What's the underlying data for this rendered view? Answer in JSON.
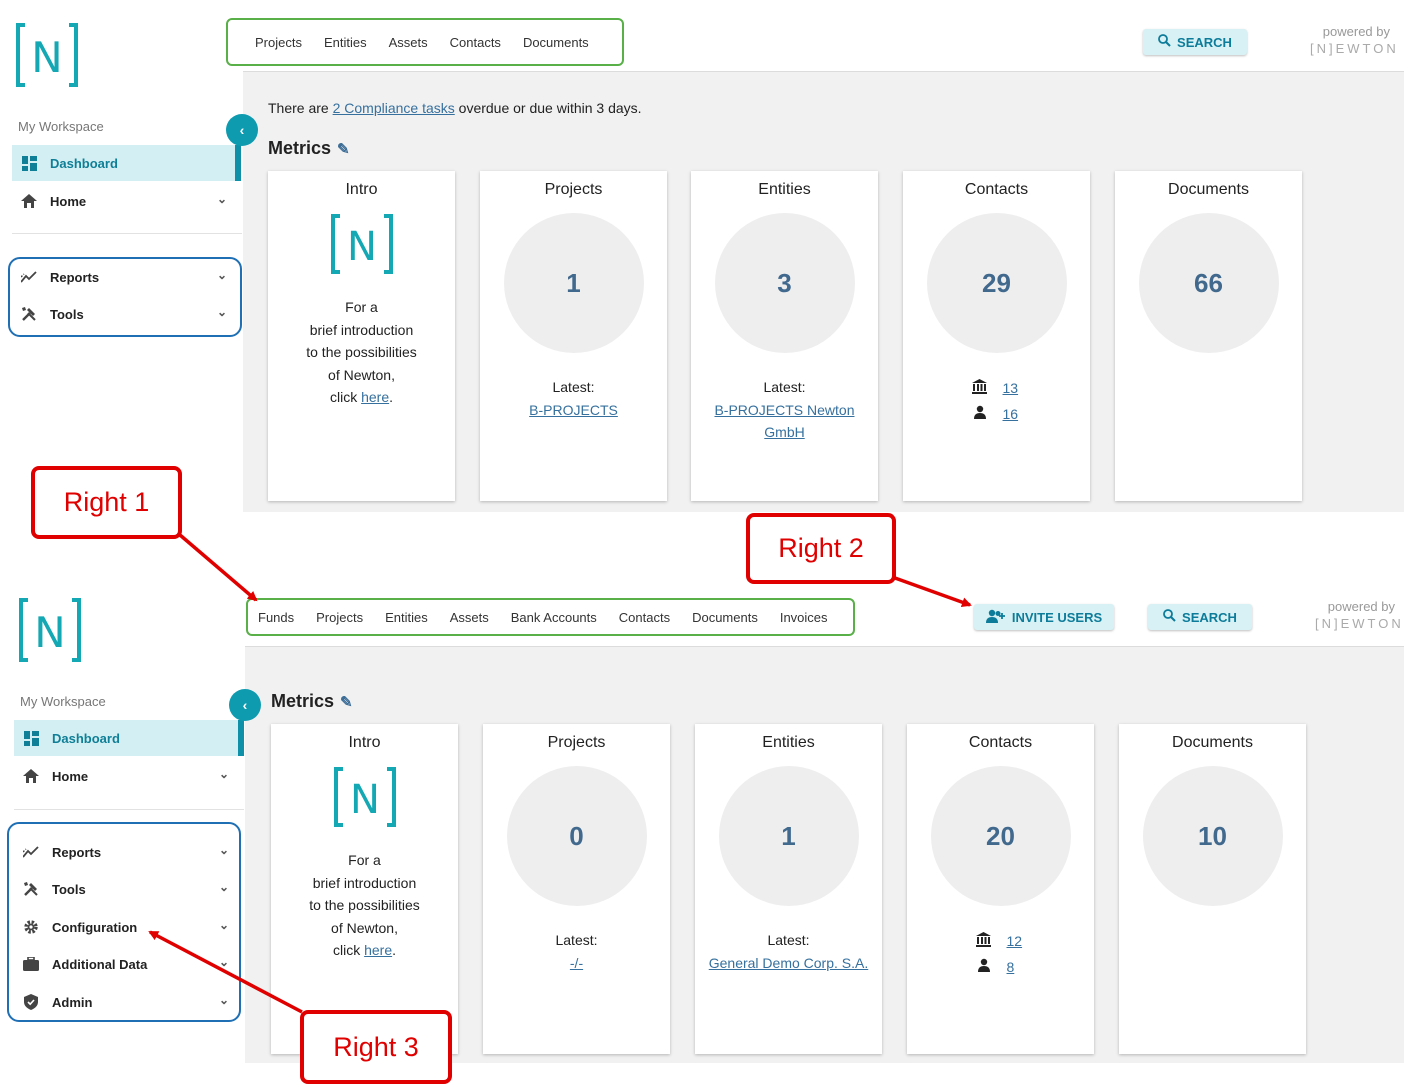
{
  "top": {
    "logo_text": "N",
    "workspace_label": "My Workspace",
    "nav": {
      "dashboard": "Dashboard",
      "home": "Home",
      "reports": "Reports",
      "tools": "Tools"
    },
    "tabs": [
      "Projects",
      "Entities",
      "Assets",
      "Contacts",
      "Documents"
    ],
    "search_label": "SEARCH",
    "powered_by": "powered by",
    "powered_logo": "[N]EWTON",
    "notice": {
      "prefix": "There are ",
      "link": "2 Compliance tasks",
      "suffix": " overdue or due within 3 days."
    },
    "metrics_title": "Metrics",
    "cards": {
      "intro": {
        "title": "Intro",
        "lines": [
          "For a",
          "brief introduction",
          "to the possibilities",
          "of Newton,"
        ],
        "click": "click ",
        "here": "here",
        "dot": "."
      },
      "projects": {
        "title": "Projects",
        "value": "1",
        "latest_label": "Latest:",
        "latest_link": "B-PROJECTS"
      },
      "entities": {
        "title": "Entities",
        "value": "3",
        "latest_label": "Latest:",
        "latest_link": "B-PROJECTS Newton GmbH"
      },
      "contacts": {
        "title": "Contacts",
        "value": "29",
        "organizations": "13",
        "persons": "16"
      },
      "documents": {
        "title": "Documents",
        "value": "66"
      }
    }
  },
  "bottom": {
    "logo_text": "N",
    "workspace_label": "My Workspace",
    "nav": {
      "dashboard": "Dashboard",
      "home": "Home",
      "reports": "Reports",
      "tools": "Tools",
      "configuration": "Configuration",
      "additional_data": "Additional Data",
      "admin": "Admin"
    },
    "tabs": [
      "Funds",
      "Projects",
      "Entities",
      "Assets",
      "Bank Accounts",
      "Contacts",
      "Documents",
      "Invoices"
    ],
    "invite_label": "INVITE USERS",
    "search_label": "SEARCH",
    "powered_by": "powered by",
    "powered_logo": "[N]EWTON",
    "metrics_title": "Metrics",
    "cards": {
      "intro": {
        "title": "Intro",
        "lines": [
          "For a",
          "brief introduction",
          "to the possibilities",
          "of Newton,"
        ],
        "click": "click ",
        "here": "here",
        "dot": "."
      },
      "projects": {
        "title": "Projects",
        "value": "0",
        "latest_label": "Latest:",
        "latest_link": "-/-"
      },
      "entities": {
        "title": "Entities",
        "value": "1",
        "latest_label": "Latest:",
        "latest_link": "General Demo Corp. S.A."
      },
      "contacts": {
        "title": "Contacts",
        "value": "20",
        "organizations": "12",
        "persons": "8"
      },
      "documents": {
        "title": "Documents",
        "value": "10"
      }
    }
  },
  "callouts": {
    "right1": "Right 1",
    "right2": "Right 2",
    "right3": "Right 3"
  },
  "colors": {
    "brand_teal": "#13a8b3",
    "accent": "#0e91a8",
    "link": "#36709e",
    "metric_value": "#41698e",
    "callout_red": "#e00000",
    "tab_box_green": "#59b049",
    "sidebar_box_blue": "#1f6fb5"
  },
  "icons": {
    "dashboard": "dashboard-icon",
    "home": "home-icon",
    "reports": "trending-icon",
    "tools": "tools-icon",
    "configuration": "gear-icon",
    "additional_data": "briefcase-icon",
    "admin": "shield-icon",
    "search": "search-icon",
    "invite": "add-user-icon",
    "organization": "bank-icon",
    "person": "person-icon"
  }
}
